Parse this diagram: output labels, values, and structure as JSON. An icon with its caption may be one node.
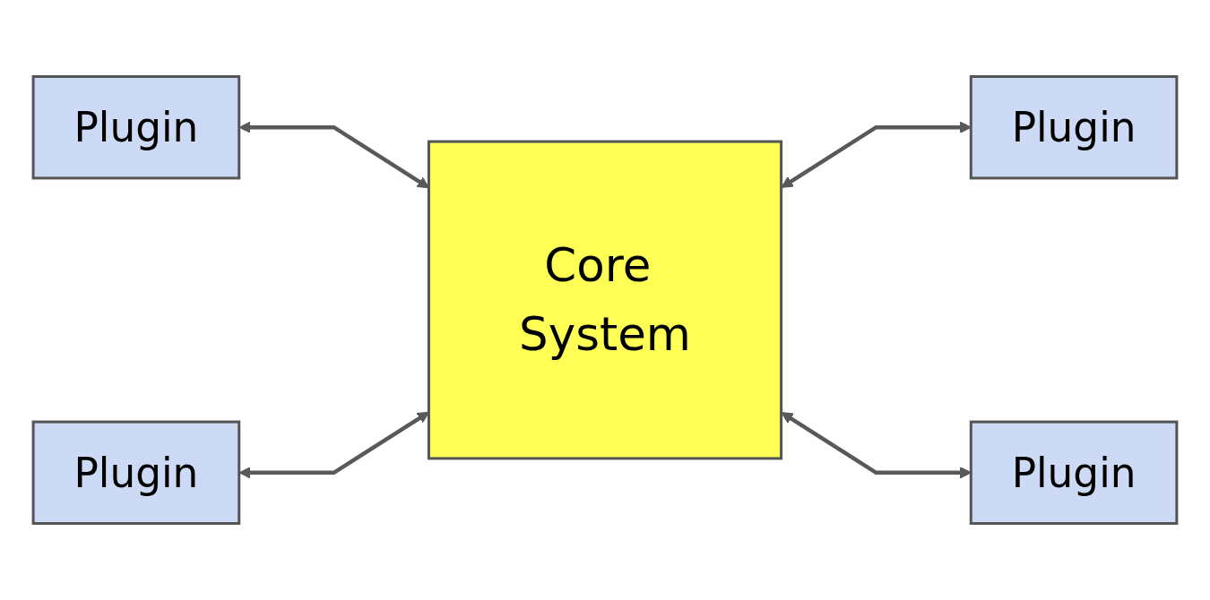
{
  "diagram": {
    "nodes": [
      {
        "text": [
          "Plugin"
        ]
      },
      {
        "text": [
          "Core System"
        ]
      },
      {
        "text": [
          "Plugin"
        ]
      },
      {
        "text": [
          "Plugin"
        ]
      },
      {
        "text": [
          "Plugin"
        ]
      }
    ],
    "edges": [
      {
        "from": 0,
        "to": 1,
        "arrow": "both"
      },
      {
        "from": 1,
        "to": 2,
        "arrow": "both"
      },
      {
        "from": 3,
        "to": 1,
        "arrow": "both"
      },
      {
        "from": 1,
        "to": 4,
        "arrow": "both"
      }
    ]
  }
}
